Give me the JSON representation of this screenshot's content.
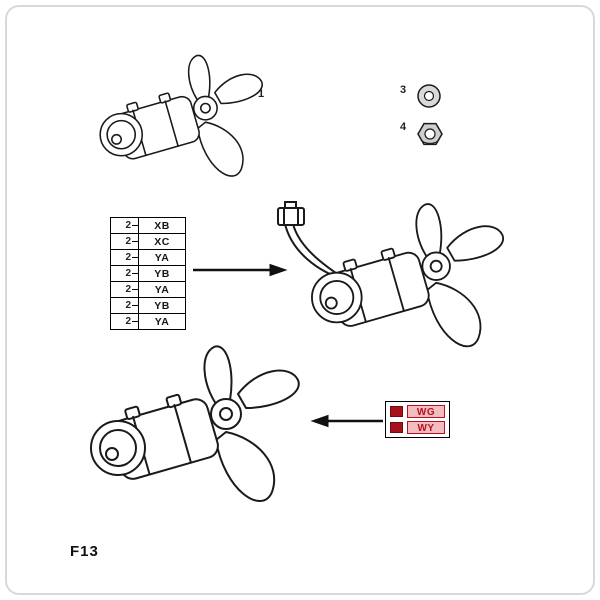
{
  "figure": {
    "code": "F13"
  },
  "callouts": {
    "item1": "1",
    "item3": "3",
    "item4": "4"
  },
  "left_table": {
    "rows": [
      {
        "qty": "2",
        "code": "XB"
      },
      {
        "qty": "2",
        "code": "XC"
      },
      {
        "qty": "2",
        "code": "YA"
      },
      {
        "qty": "2",
        "code": "YB"
      },
      {
        "qty": "2",
        "code": "YA"
      },
      {
        "qty": "2",
        "code": "YB"
      },
      {
        "qty": "2",
        "code": "YA"
      }
    ]
  },
  "right_table": {
    "rows": [
      {
        "code": "WG"
      },
      {
        "code": "WY"
      }
    ]
  },
  "colors": {
    "accent_red": "#b5121f",
    "highlight_bg": "#f2bcc0",
    "swatch": "#a8101c",
    "line": "#1a1a1a"
  }
}
